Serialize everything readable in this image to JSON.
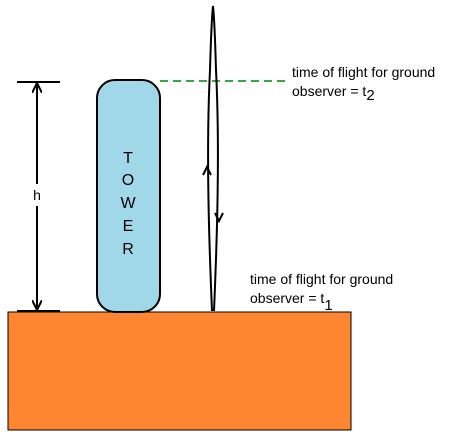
{
  "height_label": "h",
  "tower": {
    "letters": [
      "T",
      "O",
      "W",
      "E",
      "R"
    ],
    "fill": "#a0d8ea"
  },
  "ground": {
    "fill": "#fe8631"
  },
  "guide_line_color": "#3aa344",
  "annotation_top": {
    "line1": "time of flight for ground",
    "line2_prefix": "observer = t",
    "subscript": "2"
  },
  "annotation_bottom": {
    "line1": "time of flight for ground",
    "line2_prefix": "observer = t",
    "subscript": "1"
  }
}
